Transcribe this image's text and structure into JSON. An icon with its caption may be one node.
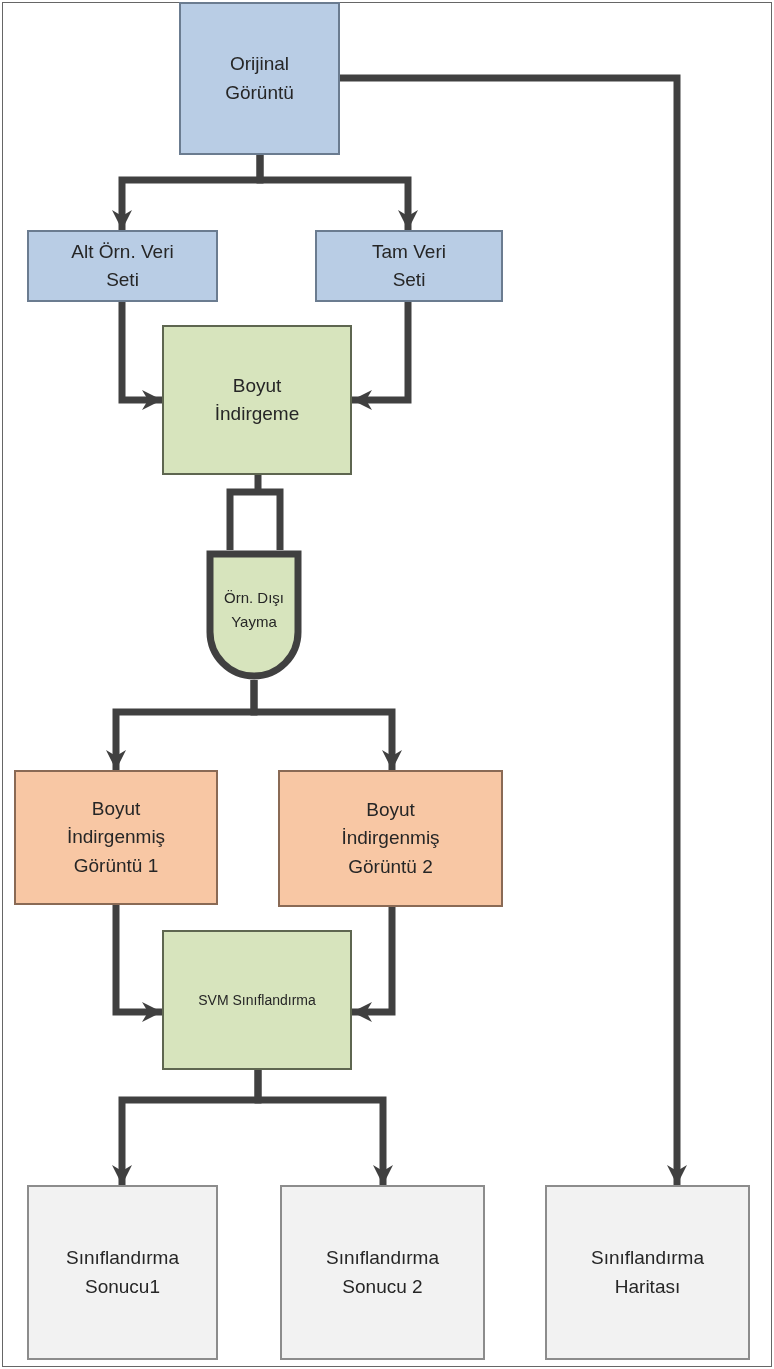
{
  "diagram": {
    "nodes": [
      {
        "text": [
          "Orijinal Görüntü"
        ]
      },
      {
        "text": [
          "Alt Örn. Veri Seti"
        ]
      },
      {
        "text": [
          "Tam Veri Seti"
        ]
      },
      {
        "text": [
          "Boyut İndirgeme"
        ]
      },
      {
        "text": [
          "Örn. Dışı Yayma"
        ]
      },
      {
        "text": [
          "Boyut İndirgenmiş Görüntü 1"
        ]
      },
      {
        "text": [
          "Boyut İndirgenmiş Görüntü 2"
        ]
      },
      {
        "text": [
          "SVM Sınıflandırma"
        ]
      },
      {
        "text": [
          "Sınıflandırma Sonucu1"
        ]
      },
      {
        "text": [
          "Sınıflandırma Sonucu 2"
        ]
      },
      {
        "text": [
          "Sınıflandırma Haritası"
        ]
      }
    ],
    "edges": [
      {
        "from": 0,
        "to": 1,
        "arrow": "to"
      },
      {
        "from": 0,
        "to": 2,
        "arrow": "to"
      },
      {
        "from": 0,
        "to": 10,
        "arrow": "to"
      },
      {
        "from": 1,
        "to": 3,
        "arrow": "to"
      },
      {
        "from": 2,
        "to": 3,
        "arrow": "to"
      },
      {
        "from": 3,
        "to": 4,
        "arrow": "none"
      },
      {
        "from": 4,
        "to": 5,
        "arrow": "to"
      },
      {
        "from": 4,
        "to": 6,
        "arrow": "to"
      },
      {
        "from": 5,
        "to": 7,
        "arrow": "to"
      },
      {
        "from": 6,
        "to": 7,
        "arrow": "to"
      },
      {
        "from": 7,
        "to": 8,
        "arrow": "to"
      },
      {
        "from": 7,
        "to": 9,
        "arrow": "to"
      }
    ]
  }
}
